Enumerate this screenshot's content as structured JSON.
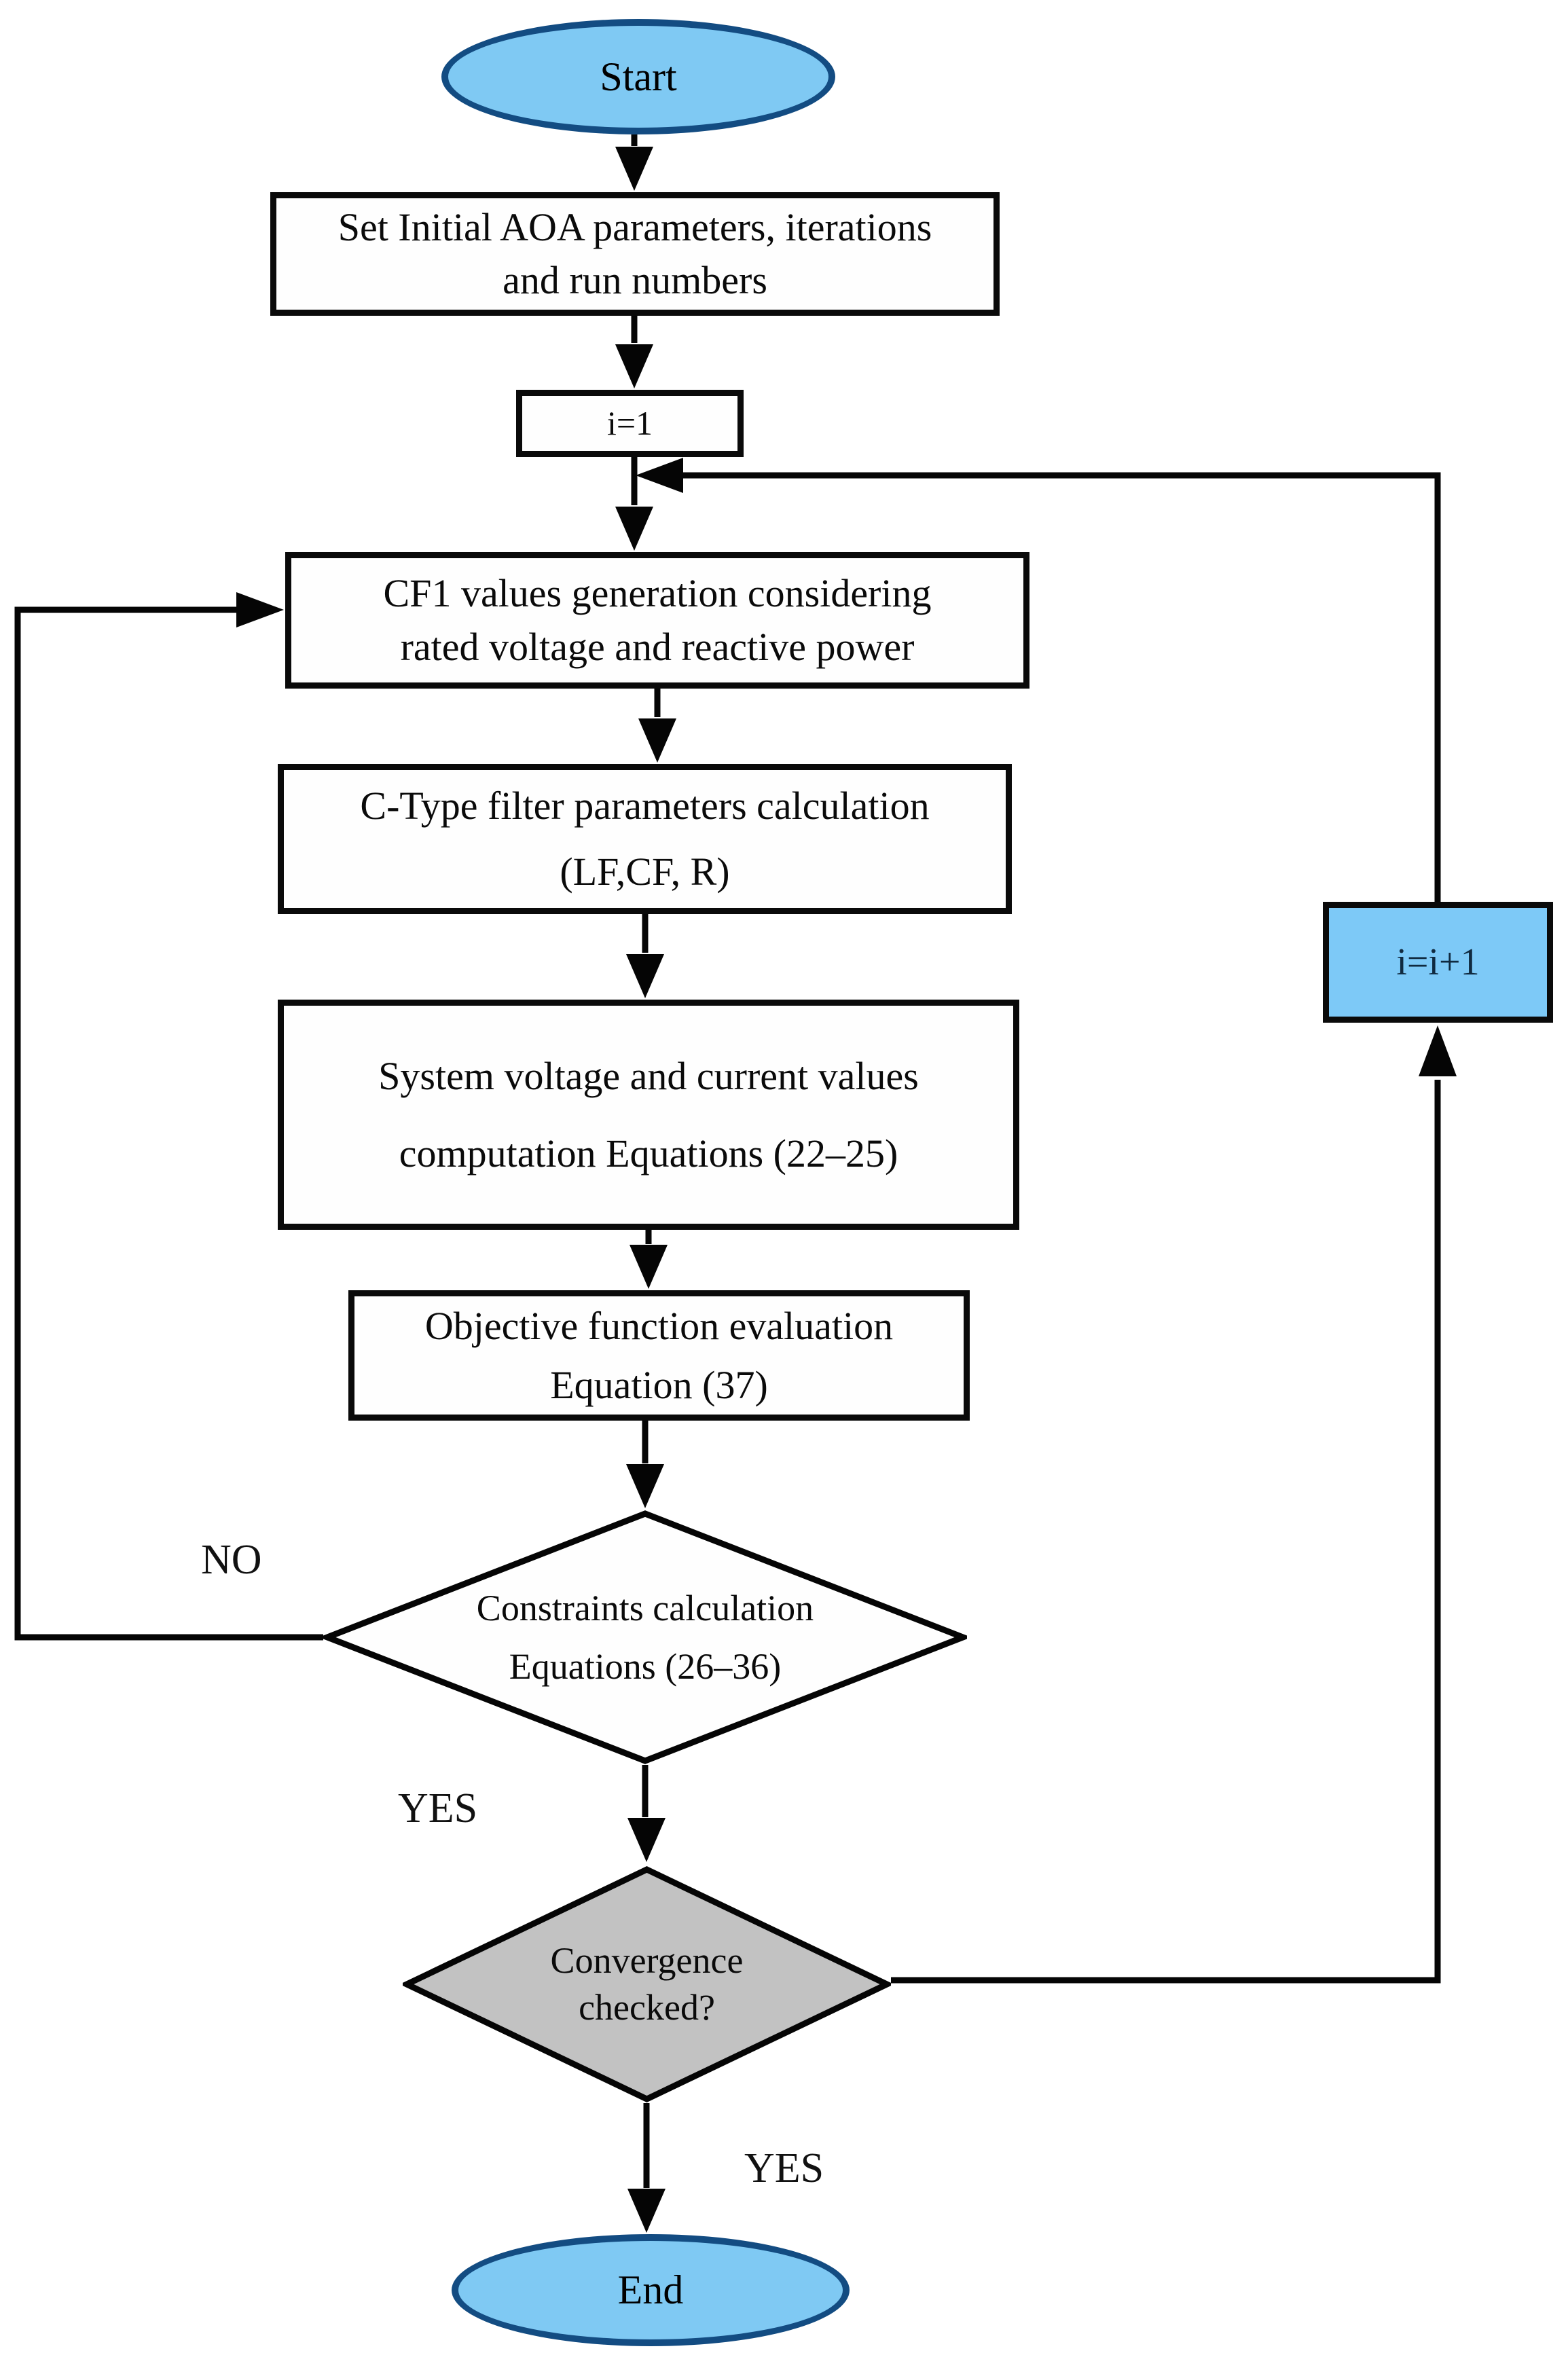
{
  "flowchart": {
    "title_implicit": "AOA optimization flowchart",
    "nodes": {
      "start": {
        "label": "Start"
      },
      "init": {
        "line1": "Set Initial AOA parameters, iterations",
        "line2": "and run numbers"
      },
      "iter_init": {
        "label": "i=1"
      },
      "cf1": {
        "line1": "CF1 values generation considering",
        "line2": "rated voltage and reactive power"
      },
      "ctype": {
        "line1": "C-Type filter parameters calculation",
        "line2": "(LF,CF, R)"
      },
      "system": {
        "line1": "System voltage and current values",
        "line2": "computation Equations (22–25)"
      },
      "objective": {
        "line1": "Objective function evaluation",
        "line2": "Equation (37)"
      },
      "constraints": {
        "line1": "Constraints calculation",
        "line2": "Equations (26–36)"
      },
      "convergence": {
        "line1": "Convergence",
        "line2": "checked?"
      },
      "increment": {
        "label": "i=i+1"
      },
      "end": {
        "label": "End"
      }
    },
    "edge_labels": {
      "no_constraints": "NO",
      "yes_constraints": "YES",
      "yes_convergence": "YES"
    },
    "colors": {
      "terminal_fill": "#7FC9F3",
      "terminal_border": "#134C82",
      "increment_fill": "#7DC9F7",
      "increment_text": "#102A40",
      "decision_gray_fill": "#C2C2C2",
      "process_fill": "#FEFEFE",
      "line": "#050505",
      "background": "#FFFFFF"
    }
  }
}
